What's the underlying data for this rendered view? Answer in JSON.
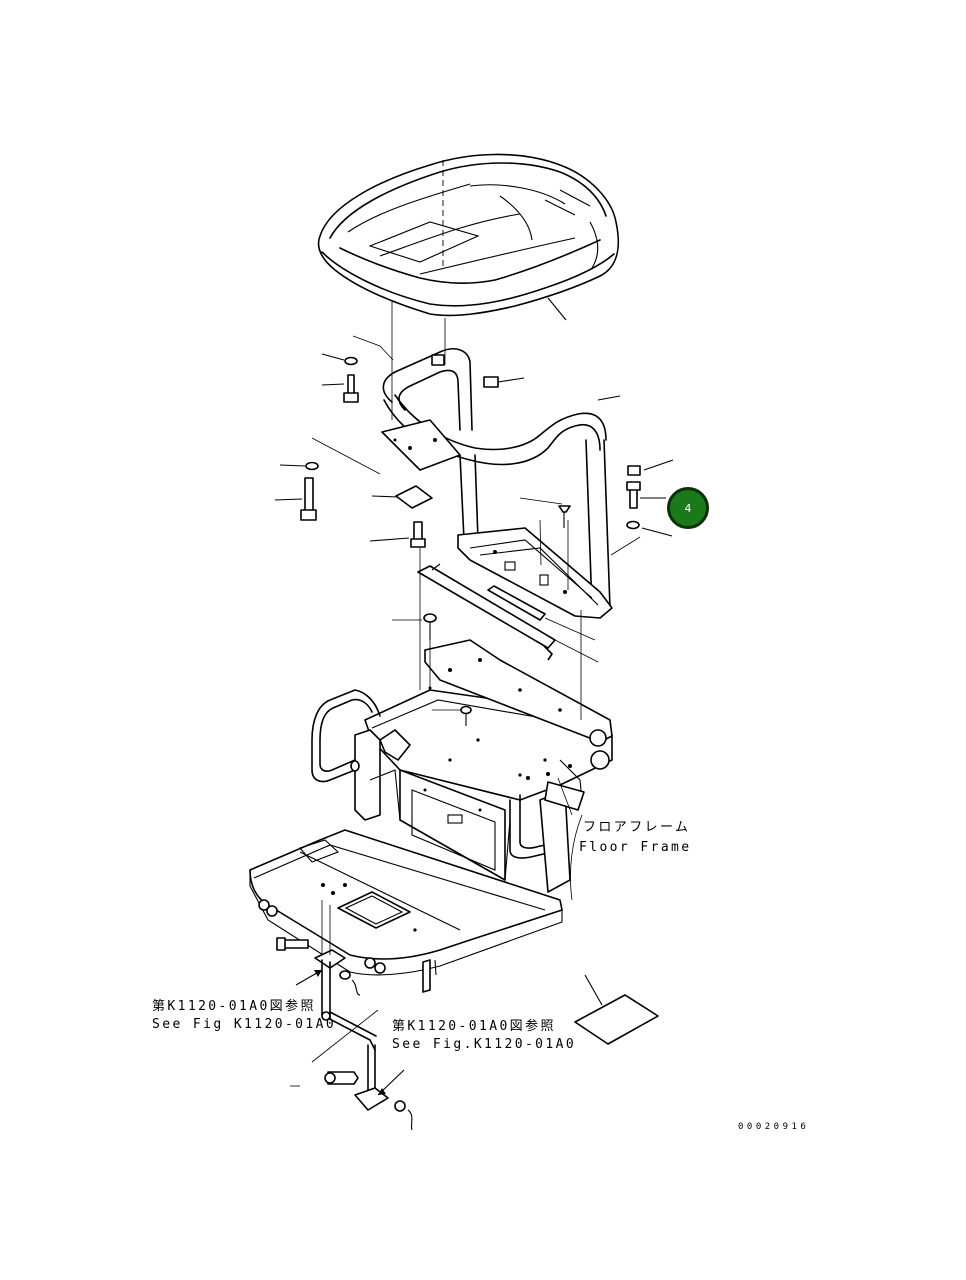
{
  "labels": {
    "floor_frame_jp": "フロアフレーム",
    "floor_frame_en": "Floor Frame",
    "ref_left_jp": "第K1120-01A0図参照",
    "ref_left_en": "See Fig K1120-01A0",
    "ref_right_jp": "第K1120-01A0図参照",
    "ref_right_en": "See Fig.K1120-01A0",
    "drawing_code": "00020916"
  },
  "callouts": [
    {
      "number": "4",
      "color": "#1a7a1a"
    }
  ],
  "colors": {
    "line": "#000000",
    "background": "#ffffff",
    "callout_fill": "#1a7a1a"
  }
}
